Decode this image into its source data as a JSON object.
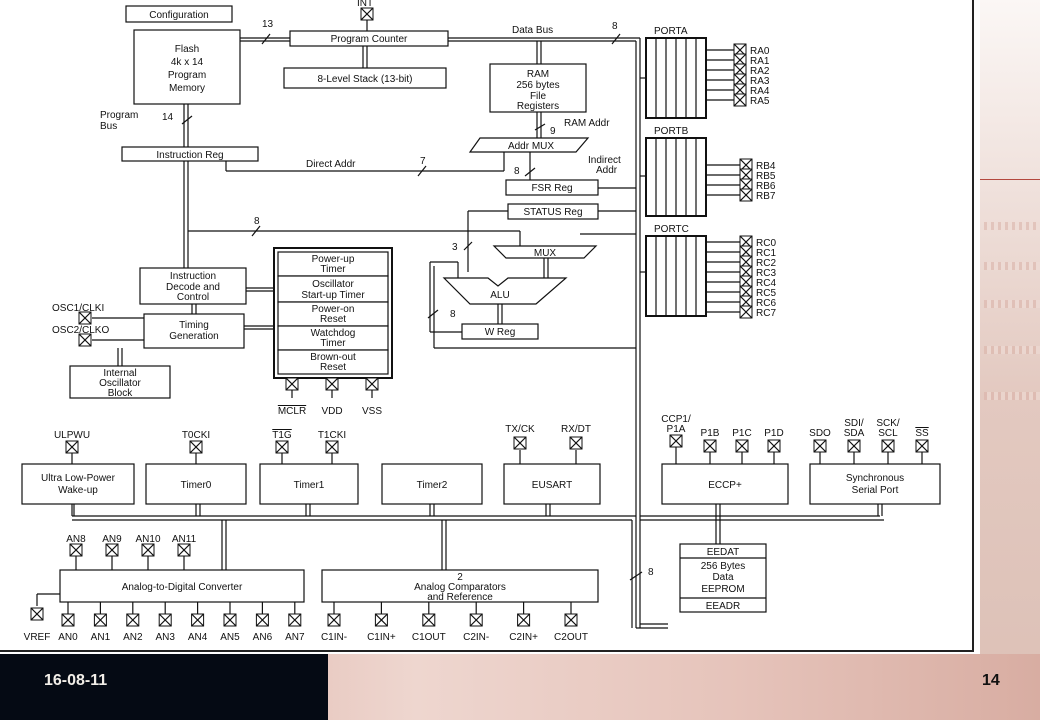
{
  "footer": {
    "date": "16-08-11",
    "page": "14"
  },
  "colors": {
    "footer_dark": "#050a14",
    "accent_rule": "#b3483e",
    "background_texture": "#e3c9c0"
  },
  "diagram": {
    "blocks": {
      "configuration": "Configuration",
      "flash": [
        "Flash",
        "4k x 14",
        "Program",
        "Memory"
      ],
      "program_counter": "Program Counter",
      "stack": "8-Level Stack (13-bit)",
      "ram": [
        "RAM",
        "256 bytes",
        "File",
        "Registers"
      ],
      "instruction_reg": "Instruction Reg",
      "addr_mux": "Addr MUX",
      "fsr_reg": "FSR Reg",
      "status_reg": "STATUS Reg",
      "mux": "MUX",
      "alu": "ALU",
      "w_reg": "W Reg",
      "instruction_decode": [
        "Instruction",
        "Decode and",
        "Control"
      ],
      "timing_generation": [
        "Timing",
        "Generation"
      ],
      "internal_oscillator": [
        "Internal",
        "Oscillator",
        "Block"
      ],
      "power_up_timer": [
        "Power-up",
        "Timer"
      ],
      "oscillator_startup": [
        "Oscillator",
        "Start-up Timer"
      ],
      "power_on_reset": [
        "Power-on",
        "Reset"
      ],
      "watchdog_timer": [
        "Watchdog",
        "Timer"
      ],
      "brown_out_reset": [
        "Brown-out",
        "Reset"
      ],
      "ulp_wakeup": [
        "Ultra Low-Power",
        "Wake-up"
      ],
      "timer0": "Timer0",
      "timer1": "Timer1",
      "timer2": "Timer2",
      "eusart": "EUSART",
      "eccp": "ECCP+",
      "ssp": [
        "Synchronous",
        "Serial Port"
      ],
      "adc": "Analog-to-Digital Converter",
      "comparators": [
        "2",
        "Analog Comparators",
        "and Reference"
      ],
      "eeprom": [
        "EEDAT",
        "256 Bytes",
        "Data",
        "EEPROM",
        "EEADR"
      ]
    },
    "labels": {
      "data_bus": "Data Bus",
      "program_bus": [
        "Program",
        "Bus"
      ],
      "direct_addr": "Direct Addr",
      "indirect_addr": [
        "Indirect",
        "Addr"
      ],
      "ram_addr": "RAM Addr",
      "int_pin": "INT",
      "osc1": "OSC1/CLKI",
      "osc2": "OSC2/CLKO",
      "mclr": "MCLR",
      "vdd": "VDD",
      "vss": "VSS",
      "vref": "VREF",
      "porta": "PORTA",
      "portb": "PORTB",
      "portc": "PORTC"
    },
    "bus_widths": {
      "pc": "13",
      "data_bus": "8",
      "program_bus": "14",
      "direct_addr": "7",
      "ram_addr": "9",
      "fsr": "8",
      "internal_bus": "8",
      "mux_in": "3",
      "w_loop": "8",
      "eeprom_bus": "8"
    },
    "porta_pins": [
      "RA0",
      "RA1",
      "RA2",
      "RA3",
      "RA4",
      "RA5"
    ],
    "portb_pins": [
      "RB4",
      "RB5",
      "RB6",
      "RB7"
    ],
    "portc_pins": [
      "RC0",
      "RC1",
      "RC2",
      "RC3",
      "RC4",
      "RC5",
      "RC6",
      "RC7"
    ],
    "an_top_pins": [
      "AN8",
      "AN9",
      "AN10",
      "AN11"
    ],
    "an_bottom_pins": [
      "AN0",
      "AN1",
      "AN2",
      "AN3",
      "AN4",
      "AN5",
      "AN6",
      "AN7"
    ],
    "comp_pins": [
      "C1IN-",
      "C1IN+",
      "C1OUT",
      "C2IN-",
      "C2IN+",
      "C2OUT"
    ],
    "peripheral_pins": {
      "ulpwu": "ULPWU",
      "t0cki": "T0CKI",
      "t1g": "T1G",
      "t1cki": "T1CKI",
      "tx": "TX/CK",
      "rx": "RX/DT",
      "ccp1": [
        "CCP1/",
        "P1A"
      ],
      "p1b": "P1B",
      "p1c": "P1C",
      "p1d": "P1D",
      "sdo": "SDO",
      "sdi": [
        "SDI/",
        "SDA"
      ],
      "sck": [
        "SCK/",
        "SCL"
      ],
      "ss": "SS"
    }
  }
}
